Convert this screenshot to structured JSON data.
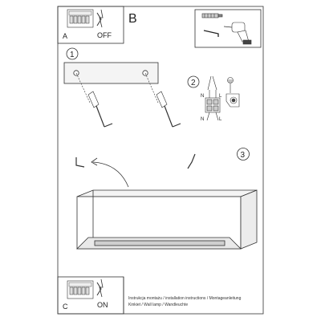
{
  "panel_a": {
    "letter": "A",
    "state": "OFF"
  },
  "panel_b": {
    "letter": "B"
  },
  "step1": {
    "number": "1"
  },
  "step2": {
    "number": "2",
    "wiring_top": [
      "N",
      "L"
    ],
    "wiring_bottom": [
      "N",
      "L"
    ]
  },
  "step3": {
    "number": "3"
  },
  "panel_c": {
    "letter": "C",
    "state": "ON"
  },
  "caption": {
    "line1": "Instrukcja montażu / installation instructions / Montageanleitung",
    "line2": "Kinkiet / Wall lamp / Wandleuchte"
  },
  "colors": {
    "line": "#333333",
    "fill": "#f4f4f4",
    "dark": "#1a1a1a"
  }
}
